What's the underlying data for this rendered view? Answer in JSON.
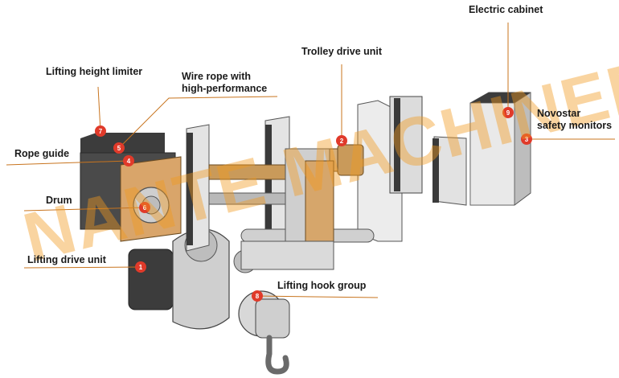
{
  "labels": {
    "electric_cabinet": "Electric cabinet",
    "trolley_drive_unit": "Trolley drive unit",
    "lifting_height_limiter": "Lifting height limiter",
    "wire_rope_line1": "Wire rope with",
    "wire_rope_line2": "high-performance",
    "novostar_line1": "Novostar",
    "novostar_line2": "safety monitors",
    "rope_guide": "Rope guide",
    "drum": "Drum",
    "lifting_drive_unit": "Lifting drive unit",
    "lifting_hook_group": "Lifting hook group"
  },
  "markers": {
    "m1": "1",
    "m2": "2",
    "m3": "3",
    "m4": "4",
    "m5": "5",
    "m6": "6",
    "m7": "7",
    "m8": "8",
    "m9": "9"
  },
  "watermark": "NANTE MACHINERY",
  "colors": {
    "marker": "#e03a2a",
    "leader_line": "#c8741e",
    "watermark": "#f39a1e",
    "machine_dark": "#4a4a4a",
    "machine_light": "#cfcfcf"
  }
}
